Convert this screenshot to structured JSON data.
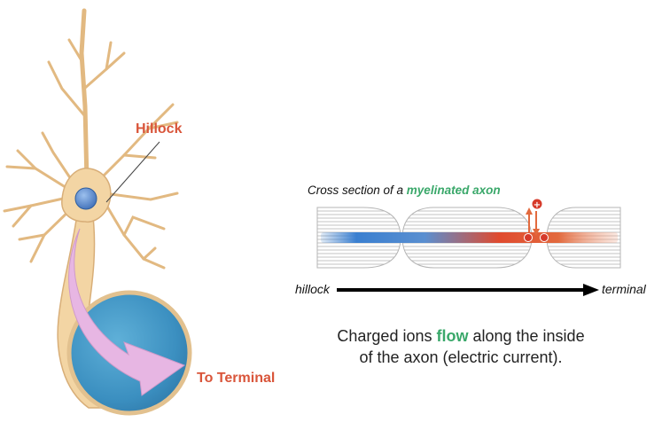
{
  "neuron": {
    "hillock_label": "Hillock",
    "terminal_label": "To Terminal"
  },
  "axon_cross_section": {
    "title_prefix": "Cross section of a ",
    "title_highlight": "myelinated axon",
    "start_label": "hillock",
    "end_label": "terminal"
  },
  "caption": {
    "before": "Charged ions ",
    "highlight": "flow",
    "after": " along the inside of the axon (electric current)."
  },
  "colors": {
    "label_red": "#d9553a",
    "highlight_green": "#3aa86a",
    "cell_body": "#f3d5a4",
    "nucleus": "#5b86c8",
    "axon_blue": "#3d93c4",
    "arrow_pink": "#e6b3e0",
    "current_blue": "#3a7fd0",
    "current_red": "#e04a2e"
  }
}
